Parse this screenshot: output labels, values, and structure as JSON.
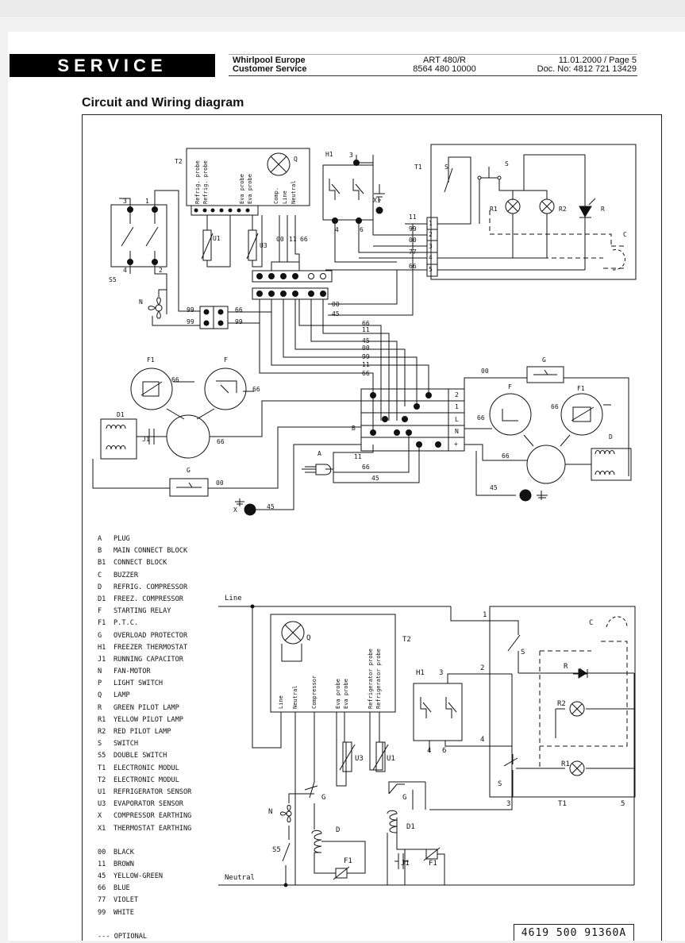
{
  "header": {
    "service_label": "SERVICE",
    "company_line1": "Whirlpool Europe",
    "company_line2": "Customer Service",
    "model_line1": "ART 480/R",
    "model_line2": "8564 480 10000",
    "date_page": "11.01.2000 / Page 5",
    "doc_no": "Doc. No: 4812 721 13429"
  },
  "title": "Circuit and Wiring diagram",
  "legend": [
    {
      "code": "A",
      "label": "PLUG"
    },
    {
      "code": "B",
      "label": "MAIN CONNECT BLOCK"
    },
    {
      "code": "B1",
      "label": "CONNECT BLOCK"
    },
    {
      "code": "C",
      "label": "BUZZER"
    },
    {
      "code": "D",
      "label": "REFRIG. COMPRESSOR"
    },
    {
      "code": "D1",
      "label": "FREEZ. COMPRESSOR"
    },
    {
      "code": "F",
      "label": "STARTING RELAY"
    },
    {
      "code": "F1",
      "label": "P.T.C."
    },
    {
      "code": "G",
      "label": "OVERLOAD PROTECTOR"
    },
    {
      "code": "H1",
      "label": "FREEZER THERMOSTAT"
    },
    {
      "code": "J1",
      "label": "RUNNING CAPACITOR"
    },
    {
      "code": "N",
      "label": "FAN-MOTOR"
    },
    {
      "code": "P",
      "label": "LIGHT SWITCH"
    },
    {
      "code": "Q",
      "label": "LAMP"
    },
    {
      "code": "R",
      "label": "GREEN PILOT LAMP"
    },
    {
      "code": "R1",
      "label": "YELLOW PILOT LAMP"
    },
    {
      "code": "R2",
      "label": "RED PILOT LAMP"
    },
    {
      "code": "S",
      "label": "SWITCH"
    },
    {
      "code": "S5",
      "label": "DOUBLE SWITCH"
    },
    {
      "code": "T1",
      "label": "ELECTRONIC MODUL"
    },
    {
      "code": "T2",
      "label": "ELECTRONIC MODUL"
    },
    {
      "code": "U1",
      "label": "REFRIGERATOR SENSOR"
    },
    {
      "code": "U3",
      "label": "EVAPORATOR SENSOR"
    },
    {
      "code": "X",
      "label": "COMPRESSOR EARTHING"
    },
    {
      "code": "X1",
      "label": "THERMOSTAT EARTHING"
    }
  ],
  "wire_colors": [
    {
      "code": "00",
      "label": "BLACK"
    },
    {
      "code": "11",
      "label": "BROWN"
    },
    {
      "code": "45",
      "label": "YELLOW-GREEN"
    },
    {
      "code": "66",
      "label": "BLUE"
    },
    {
      "code": "77",
      "label": "VIOLET"
    },
    {
      "code": "99",
      "label": "WHITE"
    }
  ],
  "optional_note": "--- OPTIONAL",
  "part_number": "4619 500 91360A",
  "wiring_labels": {
    "t2": "T2",
    "h1": "H1",
    "t1": "T1",
    "s": "S",
    "s5": "S5",
    "n": "N",
    "q": "Q",
    "x1": "X1",
    "u1": "U1",
    "u3": "U3",
    "r1": "R1",
    "r2": "R2",
    "r": "R",
    "c": "C",
    "f": "F",
    "f1": "F1",
    "g": "G",
    "d": "D",
    "d1": "D1",
    "j1": "J1",
    "b": "B",
    "a": "A",
    "x": "X",
    "refrig_probe": "Refrig. probe",
    "eva_probe": "Eva probe",
    "comp": "Comp.",
    "line": "Line",
    "neutral": "Neutral",
    "w00": "00",
    "w11": "11",
    "w45": "45",
    "w66": "66",
    "w77": "77",
    "w99": "99",
    "n1": "1",
    "n2": "2",
    "n3": "3",
    "n4": "4",
    "n5": "5",
    "n6": "6",
    "t1_1": "1",
    "t1_2": "2",
    "t1_3": "3",
    "t1_4": "4",
    "t1_5": "5",
    "b_2": "2",
    "b_1": "1",
    "b_L": "L",
    "b_N": "N",
    "b_plus": "+"
  },
  "circuit_labels": {
    "line": "Line",
    "neutral": "Neutral",
    "t2": "T2",
    "h1": "H1",
    "t1": "T1",
    "q": "Q",
    "c": "C",
    "s": "S",
    "r": "R",
    "r2": "R2",
    "r1": "R1",
    "u1": "U1",
    "u3": "U3",
    "g": "G",
    "d": "D",
    "d1": "D1",
    "f1": "F1",
    "j1": "J1",
    "n": "N",
    "s5": "S5",
    "term_line": "Line",
    "term_neutral": "Neutral",
    "term_compressor": "Compressor",
    "term_eva1": "Eva probe",
    "term_eva2": "Eva probe",
    "term_ref1": "Refrigerator probe",
    "term_ref2": "Refrigerator probe",
    "n1": "1",
    "n2": "2",
    "n3": "3",
    "n4": "4",
    "n5": "5",
    "n6": "6"
  }
}
